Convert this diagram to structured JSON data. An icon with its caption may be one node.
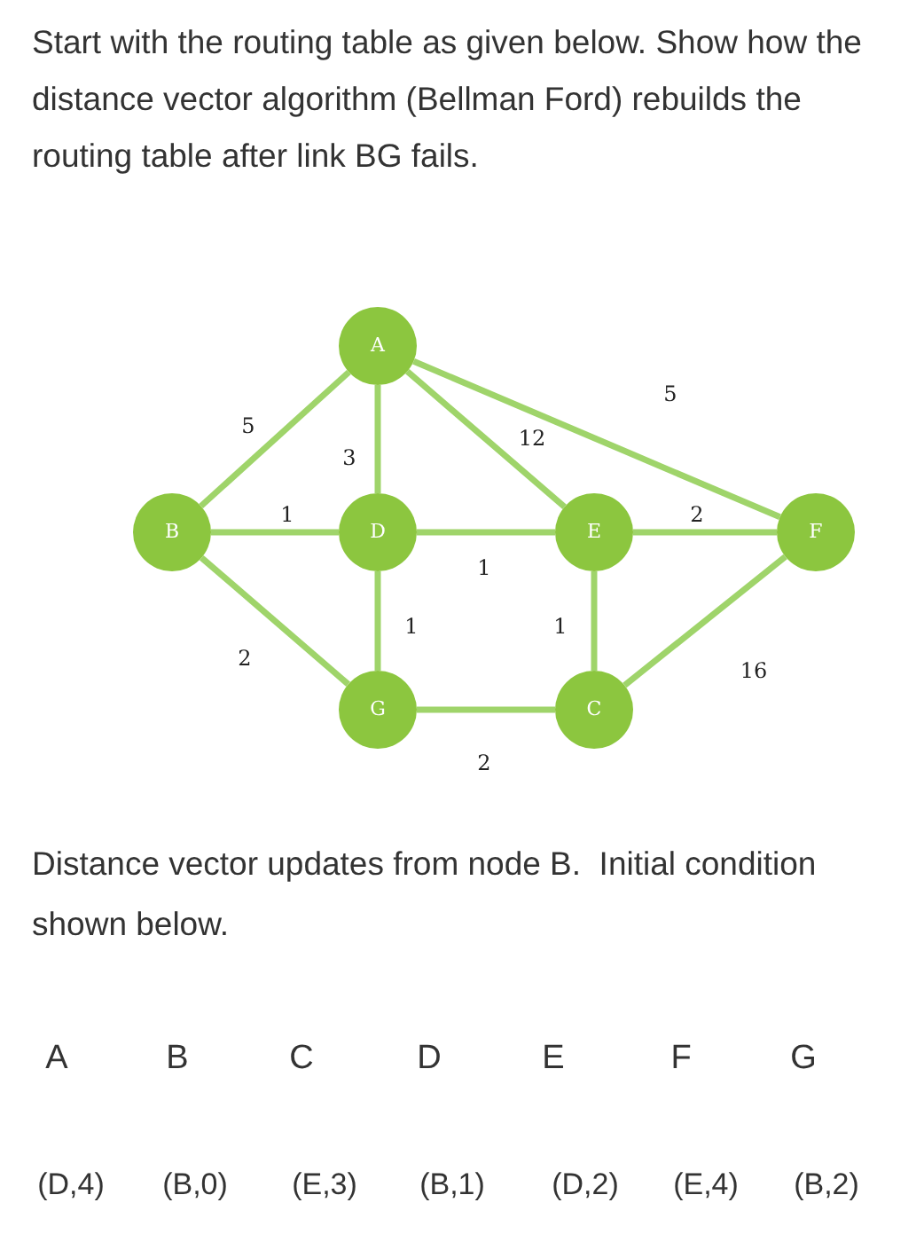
{
  "diagram": {
    "title": "Start with the routing table as given below. Show how the distance vector algorithm (Bellman Ford) rebuilds the routing table after link BG fails.",
    "nodes": [
      {
        "text": [
          "A"
        ]
      },
      {
        "text": [
          "B"
        ]
      },
      {
        "text": [
          "D"
        ]
      },
      {
        "text": [
          "E"
        ]
      },
      {
        "text": [
          "F"
        ]
      },
      {
        "text": [
          "G"
        ]
      },
      {
        "text": [
          "C"
        ]
      }
    ],
    "edges": [
      {
        "from": 1,
        "to": 0,
        "arrow": "none",
        "label": "5"
      },
      {
        "from": 0,
        "to": 2,
        "arrow": "none",
        "label": "3"
      },
      {
        "from": 0,
        "to": 3,
        "arrow": "none",
        "label": "12"
      },
      {
        "from": 0,
        "to": 4,
        "arrow": "none",
        "label": "5"
      },
      {
        "from": 1,
        "to": 2,
        "arrow": "none",
        "label": "1"
      },
      {
        "from": 2,
        "to": 3,
        "arrow": "none",
        "label": "1"
      },
      {
        "from": 3,
        "to": 4,
        "arrow": "none",
        "label": "2"
      },
      {
        "from": 1,
        "to": 5,
        "arrow": "none",
        "label": "2"
      },
      {
        "from": 2,
        "to": 5,
        "arrow": "none",
        "label": "1"
      },
      {
        "from": 3,
        "to": 6,
        "arrow": "none",
        "label": "1"
      },
      {
        "from": 5,
        "to": 6,
        "arrow": "none",
        "label": "2"
      },
      {
        "from": 6,
        "to": 4,
        "arrow": "none",
        "label": "16"
      }
    ],
    "labels": [
      "Distance vector updates from node B.  Initial condition shown below.",
      "A",
      "B",
      "C",
      "D",
      "E",
      "F",
      "G",
      "(D,4)",
      "(B,0)",
      "(E,3)",
      "(B,1)",
      "(D,2)",
      "(E,4)",
      "(B,2)"
    ]
  }
}
